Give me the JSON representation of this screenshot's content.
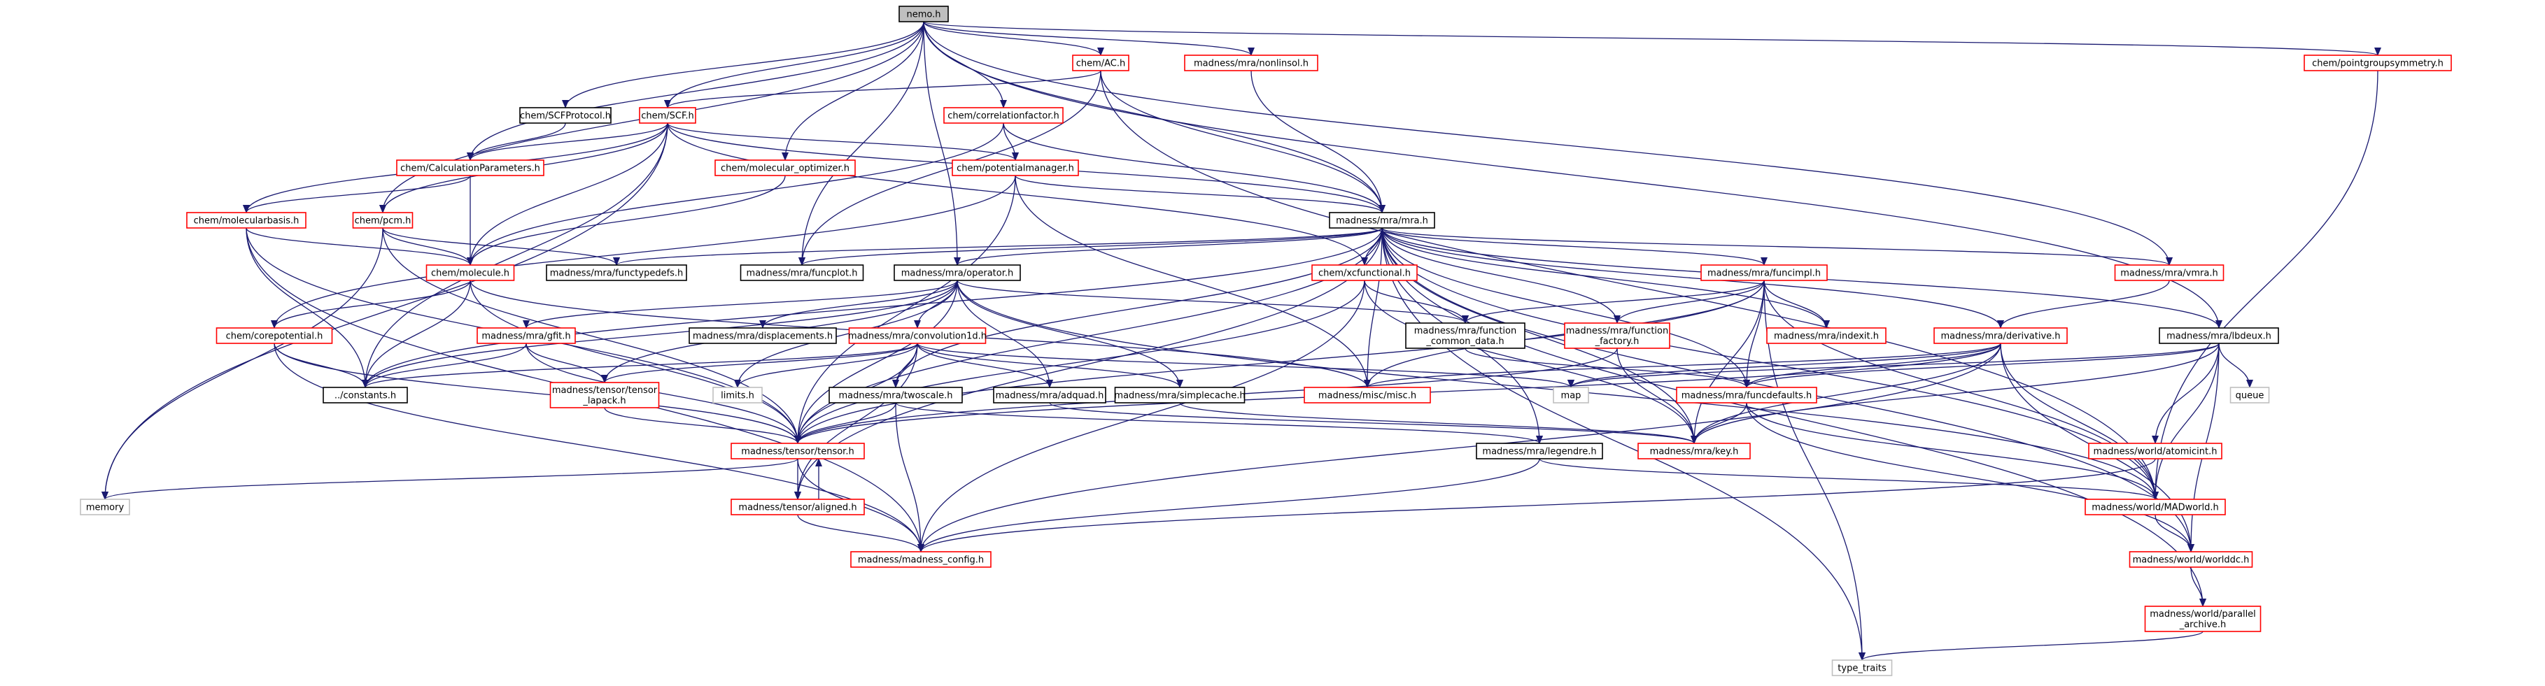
{
  "graph": {
    "nodes": [
      {
        "id": "nemo",
        "lines": [
          "nemo.h"
        ],
        "style": "root"
      },
      {
        "id": "ac",
        "lines": [
          "chem/AC.h"
        ],
        "style": "red"
      },
      {
        "id": "nonlinsol",
        "lines": [
          "madness/mra/nonlinsol.h"
        ],
        "style": "red"
      },
      {
        "id": "ptgroup",
        "lines": [
          "chem/pointgroupsymmetry.h"
        ],
        "style": "red"
      },
      {
        "id": "scf",
        "lines": [
          "chem/SCF.h"
        ],
        "style": "red"
      },
      {
        "id": "scfproto",
        "lines": [
          "chem/SCFProtocol.h"
        ],
        "style": "black"
      },
      {
        "id": "corrfac",
        "lines": [
          "chem/correlationfactor.h"
        ],
        "style": "red"
      },
      {
        "id": "calcparam",
        "lines": [
          "chem/CalculationParameters.h"
        ],
        "style": "red"
      },
      {
        "id": "molopt",
        "lines": [
          "chem/molecular_optimizer.h"
        ],
        "style": "red"
      },
      {
        "id": "potman",
        "lines": [
          "chem/potentialmanager.h"
        ],
        "style": "red"
      },
      {
        "id": "molbasis",
        "lines": [
          "chem/molecularbasis.h"
        ],
        "style": "red"
      },
      {
        "id": "pcm",
        "lines": [
          "chem/pcm.h"
        ],
        "style": "red"
      },
      {
        "id": "mra",
        "lines": [
          "madness/mra/mra.h"
        ],
        "style": "black"
      },
      {
        "id": "molecule",
        "lines": [
          "chem/molecule.h"
        ],
        "style": "red"
      },
      {
        "id": "functypedefs",
        "lines": [
          "madness/mra/functypedefs.h"
        ],
        "style": "black"
      },
      {
        "id": "funcplot",
        "lines": [
          "madness/mra/funcplot.h"
        ],
        "style": "black"
      },
      {
        "id": "operator",
        "lines": [
          "madness/mra/operator.h"
        ],
        "style": "black"
      },
      {
        "id": "xcfunc",
        "lines": [
          "chem/xcfunctional.h"
        ],
        "style": "red"
      },
      {
        "id": "funcimpl",
        "lines": [
          "madness/mra/funcimpl.h"
        ],
        "style": "red"
      },
      {
        "id": "vmra",
        "lines": [
          "madness/mra/vmra.h"
        ],
        "style": "red"
      },
      {
        "id": "corepot",
        "lines": [
          "chem/corepotential.h"
        ],
        "style": "red"
      },
      {
        "id": "gfit",
        "lines": [
          "madness/mra/gfit.h"
        ],
        "style": "red"
      },
      {
        "id": "displacements",
        "lines": [
          "madness/mra/displacements.h"
        ],
        "style": "black"
      },
      {
        "id": "convolution1d",
        "lines": [
          "madness/mra/convolution1d.h"
        ],
        "style": "red"
      },
      {
        "id": "funccommon",
        "lines": [
          "madness/mra/function",
          "_common_data.h"
        ],
        "style": "black"
      },
      {
        "id": "funcfactory",
        "lines": [
          "madness/mra/function",
          "_factory.h"
        ],
        "style": "red"
      },
      {
        "id": "indexit",
        "lines": [
          "madness/mra/indexit.h"
        ],
        "style": "red"
      },
      {
        "id": "derivative",
        "lines": [
          "madness/mra/derivative.h"
        ],
        "style": "red"
      },
      {
        "id": "lbdeux",
        "lines": [
          "madness/mra/lbdeux.h"
        ],
        "style": "black"
      },
      {
        "id": "constants",
        "lines": [
          "../constants.h"
        ],
        "style": "black"
      },
      {
        "id": "tensorlapack",
        "lines": [
          "madness/tensor/tensor",
          "_lapack.h"
        ],
        "style": "red"
      },
      {
        "id": "limits",
        "lines": [
          "limits.h"
        ],
        "style": "grey"
      },
      {
        "id": "twoscale",
        "lines": [
          "madness/mra/twoscale.h"
        ],
        "style": "black"
      },
      {
        "id": "adquad",
        "lines": [
          "madness/mra/adquad.h"
        ],
        "style": "black"
      },
      {
        "id": "simplecache",
        "lines": [
          "madness/mra/simplecache.h"
        ],
        "style": "black"
      },
      {
        "id": "miscmisc",
        "lines": [
          "madness/misc/misc.h"
        ],
        "style": "red"
      },
      {
        "id": "map",
        "lines": [
          "map"
        ],
        "style": "grey"
      },
      {
        "id": "funcdefaults",
        "lines": [
          "madness/mra/funcdefaults.h"
        ],
        "style": "red"
      },
      {
        "id": "queue",
        "lines": [
          "queue"
        ],
        "style": "grey"
      },
      {
        "id": "tensor",
        "lines": [
          "madness/tensor/tensor.h"
        ],
        "style": "red"
      },
      {
        "id": "legendre",
        "lines": [
          "madness/mra/legendre.h"
        ],
        "style": "black"
      },
      {
        "id": "key",
        "lines": [
          "madness/mra/key.h"
        ],
        "style": "red"
      },
      {
        "id": "atomicint",
        "lines": [
          "madness/world/atomicint.h"
        ],
        "style": "red"
      },
      {
        "id": "memory",
        "lines": [
          "memory"
        ],
        "style": "grey"
      },
      {
        "id": "aligned",
        "lines": [
          "madness/tensor/aligned.h"
        ],
        "style": "red"
      },
      {
        "id": "madworld",
        "lines": [
          "madness/world/MADworld.h"
        ],
        "style": "red"
      },
      {
        "id": "madconfig",
        "lines": [
          "madness/madness_config.h"
        ],
        "style": "red"
      },
      {
        "id": "worlddc",
        "lines": [
          "madness/world/worlddc.h"
        ],
        "style": "red"
      },
      {
        "id": "parallel",
        "lines": [
          "madness/world/parallel",
          "_archive.h"
        ],
        "style": "red"
      },
      {
        "id": "typetraits",
        "lines": [
          "type_traits"
        ],
        "style": "grey"
      }
    ],
    "edges": [
      [
        "nemo",
        "ac"
      ],
      [
        "nemo",
        "nonlinsol"
      ],
      [
        "nemo",
        "ptgroup"
      ],
      [
        "nemo",
        "scf"
      ],
      [
        "nemo",
        "scfproto"
      ],
      [
        "nemo",
        "corrfac"
      ],
      [
        "nemo",
        "calcparam"
      ],
      [
        "nemo",
        "molopt"
      ],
      [
        "nemo",
        "pcm"
      ],
      [
        "nemo",
        "mra"
      ],
      [
        "nemo",
        "funcplot"
      ],
      [
        "nemo",
        "operator"
      ],
      [
        "nemo",
        "vmra"
      ],
      [
        "nemo",
        "lbdeux"
      ],
      [
        "ac",
        "scf"
      ],
      [
        "ac",
        "mra"
      ],
      [
        "ac",
        "funcplot"
      ],
      [
        "ac",
        "madworld"
      ],
      [
        "nonlinsol",
        "mra"
      ],
      [
        "ptgroup",
        "madworld"
      ],
      [
        "scf",
        "calcparam"
      ],
      [
        "scf",
        "potman"
      ],
      [
        "scf",
        "molbasis"
      ],
      [
        "scf",
        "pcm"
      ],
      [
        "scf",
        "mra"
      ],
      [
        "scf",
        "molecule"
      ],
      [
        "scf",
        "xcfunc"
      ],
      [
        "scf",
        "memory"
      ],
      [
        "scf",
        "constants"
      ],
      [
        "scfproto",
        "calcparam"
      ],
      [
        "corrfac",
        "mra"
      ],
      [
        "corrfac",
        "potman"
      ],
      [
        "corrfac",
        "molecule"
      ],
      [
        "calcparam",
        "molbasis"
      ],
      [
        "calcparam",
        "molecule"
      ],
      [
        "molopt",
        "molecule"
      ],
      [
        "potman",
        "mra"
      ],
      [
        "potman",
        "corepot"
      ],
      [
        "potman",
        "tensor"
      ],
      [
        "potman",
        "miscmisc"
      ],
      [
        "molbasis",
        "molecule"
      ],
      [
        "molbasis",
        "tensor"
      ],
      [
        "molbasis",
        "madconfig"
      ],
      [
        "molbasis",
        "constants"
      ],
      [
        "pcm",
        "molecule"
      ],
      [
        "pcm",
        "functypedefs"
      ],
      [
        "pcm",
        "tensor"
      ],
      [
        "pcm",
        "memory"
      ],
      [
        "mra",
        "functypedefs"
      ],
      [
        "mra",
        "funcplot"
      ],
      [
        "mra",
        "operator"
      ],
      [
        "mra",
        "xcfunc"
      ],
      [
        "mra",
        "funcimpl"
      ],
      [
        "mra",
        "vmra"
      ],
      [
        "mra",
        "funcfactory"
      ],
      [
        "mra",
        "indexit"
      ],
      [
        "mra",
        "derivative"
      ],
      [
        "mra",
        "lbdeux"
      ],
      [
        "mra",
        "funcdefaults"
      ],
      [
        "mra",
        "key"
      ],
      [
        "mra",
        "twoscale"
      ],
      [
        "mra",
        "legendre"
      ],
      [
        "mra",
        "miscmisc"
      ],
      [
        "mra",
        "madworld"
      ],
      [
        "mra",
        "worlddc"
      ],
      [
        "mra",
        "parallel"
      ],
      [
        "mra",
        "constants"
      ],
      [
        "mra",
        "typetraits"
      ],
      [
        "mra",
        "tensor"
      ],
      [
        "mra",
        "aligned"
      ],
      [
        "molecule",
        "corepot"
      ],
      [
        "molecule",
        "constants"
      ],
      [
        "molecule",
        "tensor"
      ],
      [
        "molecule",
        "miscmisc"
      ],
      [
        "operator",
        "gfit"
      ],
      [
        "operator",
        "displacements"
      ],
      [
        "operator",
        "convolution1d"
      ],
      [
        "operator",
        "funccommon"
      ],
      [
        "operator",
        "simplecache"
      ],
      [
        "operator",
        "adquad"
      ],
      [
        "operator",
        "limits"
      ],
      [
        "operator",
        "tensorlapack"
      ],
      [
        "operator",
        "tensor"
      ],
      [
        "operator",
        "constants"
      ],
      [
        "operator",
        "madworld"
      ],
      [
        "xcfunc",
        "funccommon"
      ],
      [
        "xcfunc",
        "tensor"
      ],
      [
        "xcfunc",
        "madconfig"
      ],
      [
        "xcfunc",
        "key"
      ],
      [
        "funcimpl",
        "funccommon"
      ],
      [
        "funcimpl",
        "funcfactory"
      ],
      [
        "funcimpl",
        "indexit"
      ],
      [
        "funcimpl",
        "funcdefaults"
      ],
      [
        "funcimpl",
        "key"
      ],
      [
        "funcimpl",
        "tensor"
      ],
      [
        "funcimpl",
        "typetraits"
      ],
      [
        "funcimpl",
        "madworld"
      ],
      [
        "funcimpl",
        "miscmisc"
      ],
      [
        "vmra",
        "derivative"
      ],
      [
        "corepot",
        "constants"
      ],
      [
        "corepot",
        "tensor"
      ],
      [
        "corepot",
        "madconfig"
      ],
      [
        "gfit",
        "tensorlapack"
      ],
      [
        "gfit",
        "tensor"
      ],
      [
        "gfit",
        "constants"
      ],
      [
        "convolution1d",
        "twoscale"
      ],
      [
        "convolution1d",
        "adquad"
      ],
      [
        "convolution1d",
        "simplecache"
      ],
      [
        "convolution1d",
        "limits"
      ],
      [
        "convolution1d",
        "tensorlapack"
      ],
      [
        "convolution1d",
        "tensor"
      ],
      [
        "convolution1d",
        "aligned"
      ],
      [
        "convolution1d",
        "constants"
      ],
      [
        "convolution1d",
        "map"
      ],
      [
        "funccommon",
        "funcdefaults"
      ],
      [
        "funcfactory",
        "key"
      ],
      [
        "funcfactory",
        "tensor"
      ],
      [
        "derivative",
        "funcdefaults"
      ],
      [
        "derivative",
        "key"
      ],
      [
        "derivative",
        "tensor"
      ],
      [
        "derivative",
        "madworld"
      ],
      [
        "derivative",
        "worlddc"
      ],
      [
        "derivative",
        "madconfig"
      ],
      [
        "derivative",
        "map"
      ],
      [
        "derivative",
        "miscmisc"
      ],
      [
        "lbdeux",
        "funcdefaults"
      ],
      [
        "lbdeux",
        "key"
      ],
      [
        "lbdeux",
        "map"
      ],
      [
        "lbdeux",
        "queue"
      ],
      [
        "lbdeux",
        "atomicint"
      ],
      [
        "lbdeux",
        "madworld"
      ],
      [
        "lbdeux",
        "worlddc"
      ],
      [
        "tensorlapack",
        "tensor"
      ],
      [
        "twoscale",
        "tensor"
      ],
      [
        "twoscale",
        "legendre"
      ],
      [
        "twoscale",
        "madconfig"
      ],
      [
        "adquad",
        "key"
      ],
      [
        "simplecache",
        "key"
      ],
      [
        "funcdefaults",
        "key"
      ],
      [
        "funcdefaults",
        "madworld"
      ],
      [
        "funcdefaults",
        "worlddc"
      ],
      [
        "tensor",
        "memory"
      ],
      [
        "tensor",
        "aligned"
      ],
      [
        "tensor",
        "madconfig"
      ],
      [
        "aligned",
        "tensor"
      ],
      [
        "aligned",
        "madconfig"
      ],
      [
        "legendre",
        "madworld"
      ],
      [
        "legendre",
        "madconfig"
      ],
      [
        "atomicint",
        "madconfig"
      ],
      [
        "madworld",
        "worlddc"
      ],
      [
        "worlddc",
        "parallel"
      ],
      [
        "parallel",
        "typetraits"
      ]
    ]
  }
}
